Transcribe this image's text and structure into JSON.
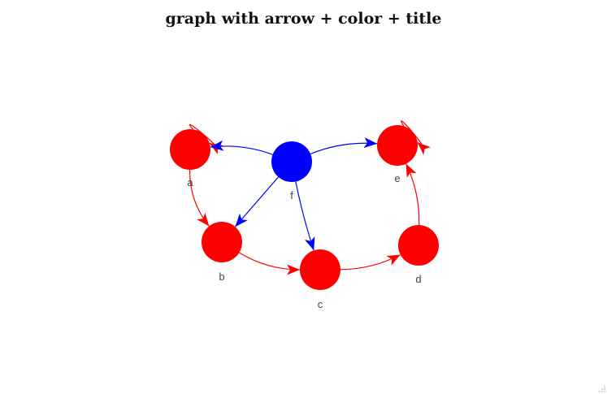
{
  "title": "graph with arrow + color + title",
  "colors": {
    "node_default": "#ff0000",
    "node_highlight": "#0000ff",
    "edge_default": "#ff0000",
    "edge_highlight": "#0000ff",
    "label": "#444444"
  },
  "graph": {
    "directed": true,
    "nodes": [
      {
        "id": "a",
        "label": "a",
        "color": "#ff0000"
      },
      {
        "id": "b",
        "label": "b",
        "color": "#ff0000"
      },
      {
        "id": "c",
        "label": "c",
        "color": "#ff0000"
      },
      {
        "id": "d",
        "label": "d",
        "color": "#ff0000"
      },
      {
        "id": "e",
        "label": "e",
        "color": "#ff0000"
      },
      {
        "id": "f",
        "label": "f",
        "color": "#0000ff"
      }
    ],
    "edges": [
      {
        "source": "a",
        "target": "a",
        "color": "#ff0000"
      },
      {
        "source": "a",
        "target": "b",
        "color": "#ff0000"
      },
      {
        "source": "b",
        "target": "c",
        "color": "#ff0000"
      },
      {
        "source": "c",
        "target": "d",
        "color": "#ff0000"
      },
      {
        "source": "d",
        "target": "e",
        "color": "#ff0000"
      },
      {
        "source": "e",
        "target": "e",
        "color": "#ff0000"
      },
      {
        "source": "f",
        "target": "a",
        "color": "#0000ff"
      },
      {
        "source": "f",
        "target": "b",
        "color": "#0000ff"
      },
      {
        "source": "f",
        "target": "c",
        "color": "#0000ff"
      },
      {
        "source": "f",
        "target": "e",
        "color": "#0000ff"
      }
    ]
  }
}
